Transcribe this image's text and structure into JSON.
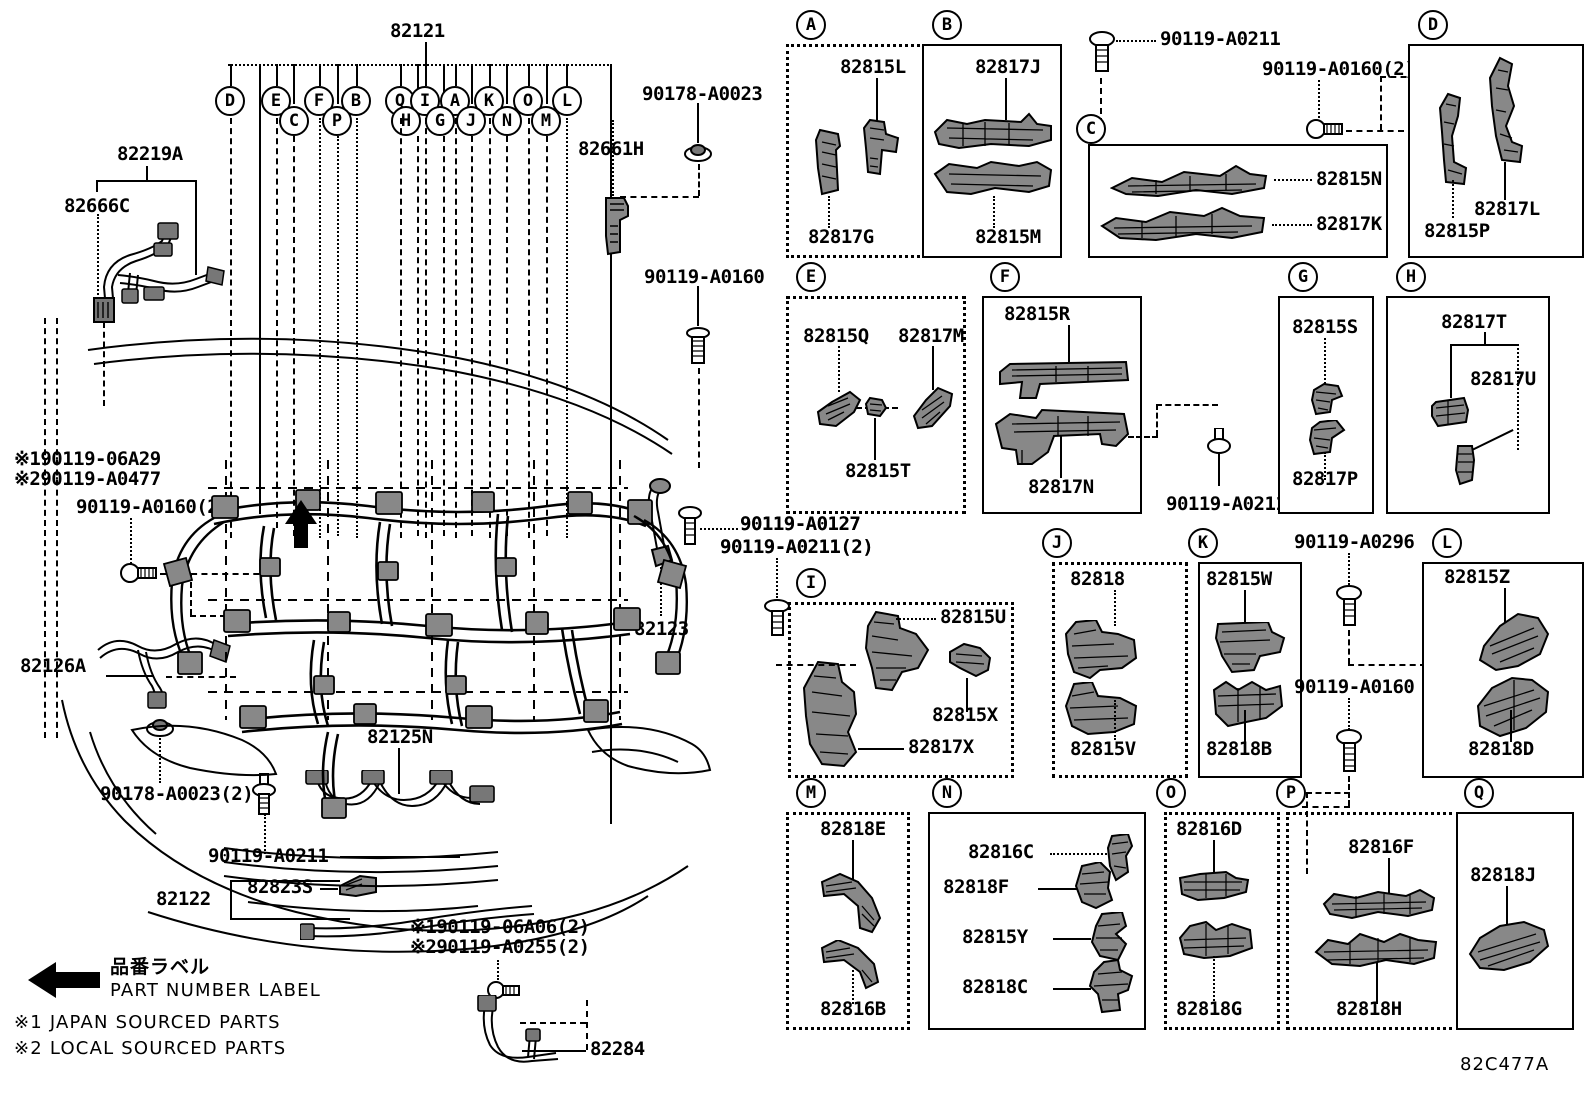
{
  "diagram": {
    "code": "82C477A",
    "main_part": "82121",
    "legend": {
      "arrow_jp": "品番ラベル",
      "arrow_en": "PART NUMBER LABEL",
      "note1": "※1 JAPAN SOURCED PARTS",
      "note2": "※2 LOCAL SOURCED PARTS"
    }
  },
  "callouts": {
    "top_row": [
      "D",
      "E",
      "F",
      "B",
      "Q",
      "I",
      "A",
      "K",
      "O",
      "L"
    ],
    "bottom_row": [
      "C",
      "P",
      "H",
      "G",
      "J",
      "N",
      "M"
    ]
  },
  "main_labels": [
    {
      "id": "m1",
      "text": "82121"
    },
    {
      "id": "m2",
      "text": "82219A"
    },
    {
      "id": "m3",
      "text": "82666C"
    },
    {
      "id": "m4",
      "text": "90178-A0023"
    },
    {
      "id": "m5",
      "text": "82661H"
    },
    {
      "id": "m6",
      "text": "90119-A0160"
    },
    {
      "id": "m7",
      "text": "※190119-06A29"
    },
    {
      "id": "m8",
      "text": "※290119-A0477"
    },
    {
      "id": "m9",
      "text": "90119-A0160(2)"
    },
    {
      "id": "m10",
      "text": "82126A"
    },
    {
      "id": "m11",
      "text": "90119-A0127"
    },
    {
      "id": "m12",
      "text": "90119-A0211(2)"
    },
    {
      "id": "m13",
      "text": "82123"
    },
    {
      "id": "m14",
      "text": "82125N"
    },
    {
      "id": "m15",
      "text": "90178-A0023(2)"
    },
    {
      "id": "m16",
      "text": "90119-A0211"
    },
    {
      "id": "m17",
      "text": "82823S"
    },
    {
      "id": "m18",
      "text": "82122"
    },
    {
      "id": "m19",
      "text": "※190119-06A06(2)"
    },
    {
      "id": "m20",
      "text": "※290119-A0255(2)"
    },
    {
      "id": "m21",
      "text": "82284"
    }
  ],
  "loose_fasteners": [
    {
      "id": "f1",
      "text": "90119-A0211"
    },
    {
      "id": "f2",
      "text": "90119-A0160(2)"
    },
    {
      "id": "f3",
      "text": "90119-A0211"
    },
    {
      "id": "f4",
      "text": "90119-A0296"
    },
    {
      "id": "f5",
      "text": "90119-A0160"
    }
  ],
  "panels": [
    {
      "letter": "A",
      "parts": [
        "82815L",
        "82817G"
      ]
    },
    {
      "letter": "B",
      "parts": [
        "82817J",
        "82815M"
      ]
    },
    {
      "letter": "C",
      "parts": [
        "82815N",
        "82817K"
      ]
    },
    {
      "letter": "D",
      "parts": [
        "82817L",
        "82815P"
      ]
    },
    {
      "letter": "E",
      "parts": [
        "82815Q",
        "82817M",
        "82815T"
      ]
    },
    {
      "letter": "F",
      "parts": [
        "82815R",
        "82817N"
      ]
    },
    {
      "letter": "G",
      "parts": [
        "82815S",
        "82817P"
      ]
    },
    {
      "letter": "H",
      "parts": [
        "82817T",
        "82817U"
      ]
    },
    {
      "letter": "I",
      "parts": [
        "82815U",
        "82815X",
        "82817X"
      ]
    },
    {
      "letter": "J",
      "parts": [
        "82818",
        "82815V"
      ]
    },
    {
      "letter": "K",
      "parts": [
        "82815W",
        "82818B"
      ]
    },
    {
      "letter": "L",
      "parts": [
        "82815Z",
        "82818D"
      ]
    },
    {
      "letter": "M",
      "parts": [
        "82818E",
        "82816B"
      ]
    },
    {
      "letter": "N",
      "parts": [
        "82816C",
        "82818F",
        "82815Y",
        "82818C"
      ]
    },
    {
      "letter": "O",
      "parts": [
        "82816D",
        "82818G"
      ]
    },
    {
      "letter": "P",
      "parts": [
        "82816F",
        "82818H"
      ]
    },
    {
      "letter": "Q",
      "parts": [
        "82818J"
      ]
    }
  ],
  "panel_labels": {
    "A_1": "82815L",
    "A_2": "82817G",
    "B_1": "82817J",
    "B_2": "82815M",
    "C_1": "82815N",
    "C_2": "82817K",
    "D_1": "82817L",
    "D_2": "82815P",
    "E_1": "82815Q",
    "E_2": "82817M",
    "E_3": "82815T",
    "F_1": "82815R",
    "F_2": "82817N",
    "G_1": "82815S",
    "G_2": "82817P",
    "H_1": "82817T",
    "H_2": "82817U",
    "I_1": "82815U",
    "I_2": "82815X",
    "I_3": "82817X",
    "J_1": "82818",
    "J_2": "82815V",
    "K_1": "82815W",
    "K_2": "82818B",
    "L_1": "82815Z",
    "L_2": "82818D",
    "M_1": "82818E",
    "M_2": "82816B",
    "N_1": "82816C",
    "N_2": "82818F",
    "N_3": "82815Y",
    "N_4": "82818C",
    "O_1": "82816D",
    "O_2": "82818G",
    "P_1": "82816F",
    "P_2": "82818H",
    "Q_1": "82818J"
  },
  "bubbles": {
    "A": "A",
    "B": "B",
    "C": "C",
    "D": "D",
    "E": "E",
    "F": "F",
    "G": "G",
    "H": "H",
    "I": "I",
    "J": "J",
    "K": "K",
    "L": "L",
    "M": "M",
    "N": "N",
    "O": "O",
    "P": "P",
    "Q": "Q"
  },
  "top_bubbles": {
    "t1": "D",
    "t2": "E",
    "t3": "F",
    "t4": "B",
    "t5": "Q",
    "t6": "I",
    "t7": "A",
    "t8": "K",
    "t9": "O",
    "t10": "L",
    "b1": "C",
    "b2": "P",
    "b3": "H",
    "b4": "G",
    "b5": "J",
    "b6": "N",
    "b7": "M"
  }
}
